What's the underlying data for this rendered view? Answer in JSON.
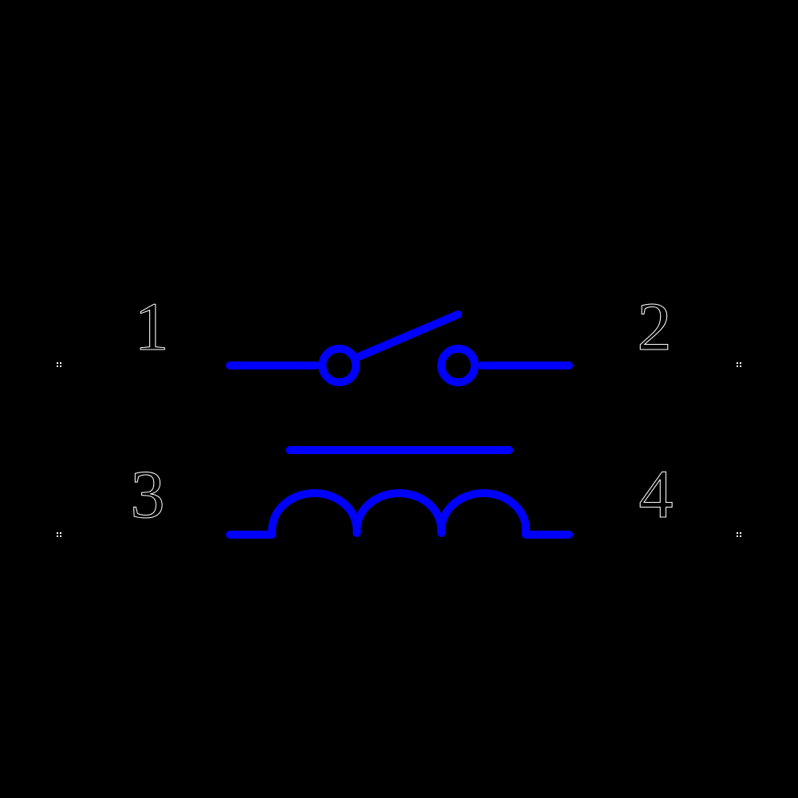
{
  "diagram": {
    "type": "relay-schematic",
    "description": "SPST normally-open relay with coil",
    "colors": {
      "background": "#000000",
      "symbol": "#0000ff",
      "label_outline": "#ffffff"
    },
    "pins": [
      {
        "label": "1",
        "role": "switch-terminal-left"
      },
      {
        "label": "2",
        "role": "switch-terminal-right"
      },
      {
        "label": "3",
        "role": "coil-terminal-left"
      },
      {
        "label": "4",
        "role": "coil-terminal-right"
      }
    ],
    "components": [
      {
        "name": "normally-open-switch",
        "terminals": [
          "1",
          "2"
        ]
      },
      {
        "name": "core-bar"
      },
      {
        "name": "coil",
        "turns": 3,
        "terminals": [
          "3",
          "4"
        ]
      }
    ]
  }
}
